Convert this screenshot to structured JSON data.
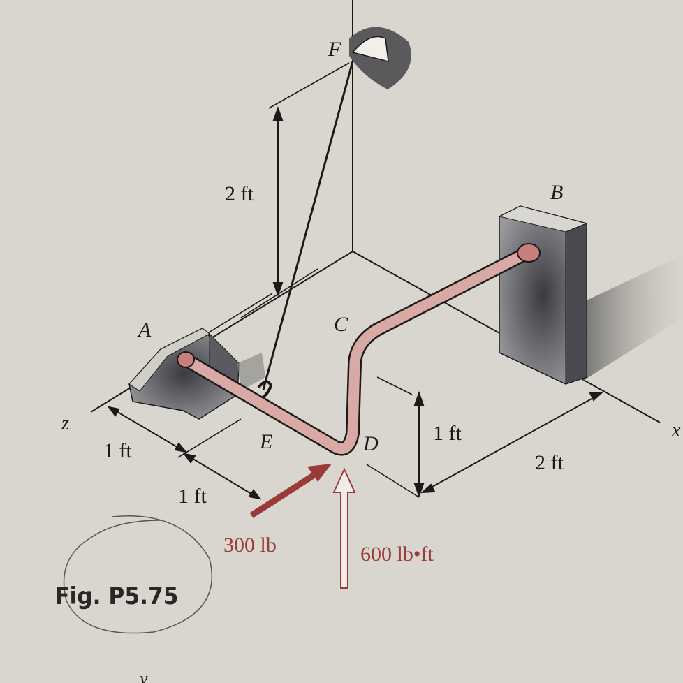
{
  "labels": {
    "point_a": "A",
    "point_b": "B",
    "point_c": "C",
    "point_d": "D",
    "point_e": "E",
    "point_f": "F",
    "axis_z": "z",
    "axis_x": "x",
    "axis_y": "y"
  },
  "dimensions": {
    "vertical_2ft": "2 ft",
    "z_1ft_upper": "1 ft",
    "z_1ft_lower": "1 ft",
    "height_1ft": "1 ft",
    "x_2ft": "2 ft"
  },
  "loads": {
    "force": "300 lb",
    "couple": "600 lb•ft"
  },
  "caption": "Fig. P5.75",
  "colors": {
    "background": "#d9d6cf",
    "load_red": "#9a3b3a",
    "pipe_fill": "#d9a9a6",
    "ink": "#1c1a18"
  }
}
